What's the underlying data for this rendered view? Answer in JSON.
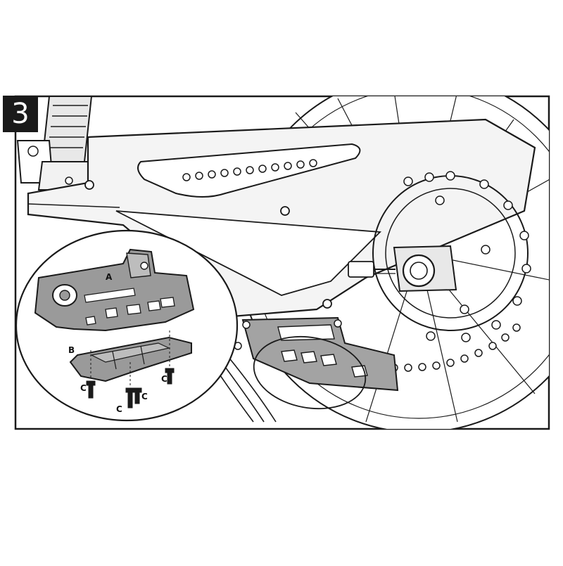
{
  "step_number": "3",
  "labels": {
    "part_a": "A",
    "part_b": "B",
    "screw": "C"
  },
  "colors": {
    "line": "#1a1a1a",
    "part_fill": "#9a9a9a",
    "frame_fill": "#e4e4e4",
    "background": "#ffffff"
  }
}
